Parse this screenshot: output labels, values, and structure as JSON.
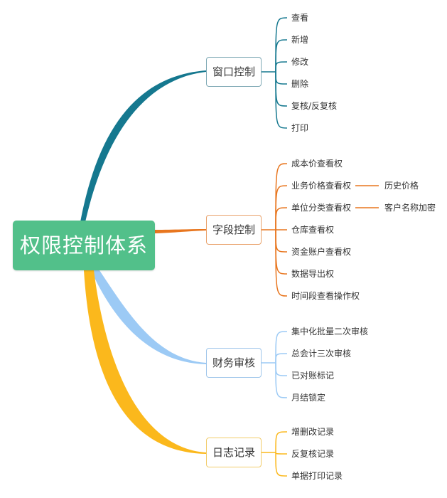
{
  "root": {
    "label": "权限控制体系"
  },
  "colors": {
    "window": "#15788f",
    "field": "#e8761f",
    "finance": "#9ccaf5",
    "log": "#fbb81c",
    "root": "#52c08a"
  },
  "branches": [
    {
      "label": "窗口控制",
      "children": [
        "查看",
        "新增",
        "修改",
        "删除",
        "复核/反复核",
        "打印"
      ]
    },
    {
      "label": "字段控制",
      "children": [
        "成本价查看权",
        "业务价格查看权",
        "单位分类查看权",
        "仓库查看权",
        "资金账户查看权",
        "数据导出权",
        "时间段查看操作权"
      ],
      "sub": [
        "历史价格",
        "客户名称加密"
      ]
    },
    {
      "label": "财务审核",
      "children": [
        "集中化批量二次审核",
        "总会计三次审核",
        "已对账标记",
        "月结锁定"
      ]
    },
    {
      "label": "日志记录",
      "children": [
        "增删改记录",
        "反复核记录",
        "单据打印记录"
      ]
    }
  ]
}
